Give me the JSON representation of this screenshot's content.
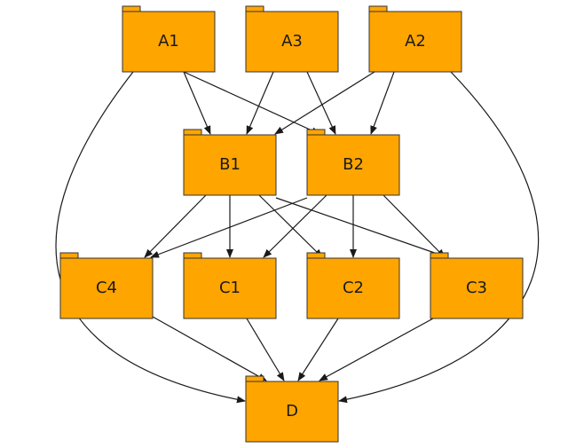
{
  "colors": {
    "node_fill": "#FFA500",
    "edge_color": "#1a1a1a",
    "background": "#ffffff"
  },
  "nodes": [
    {
      "id": "A1",
      "label": "A1"
    },
    {
      "id": "A3",
      "label": "A3"
    },
    {
      "id": "A2",
      "label": "A2"
    },
    {
      "id": "B1",
      "label": "B1"
    },
    {
      "id": "B2",
      "label": "B2"
    },
    {
      "id": "C4",
      "label": "C4"
    },
    {
      "id": "C1",
      "label": "C1"
    },
    {
      "id": "C2",
      "label": "C2"
    },
    {
      "id": "C3",
      "label": "C3"
    },
    {
      "id": "D",
      "label": "D"
    }
  ],
  "edges": [
    {
      "from": "A1",
      "to": "B1"
    },
    {
      "from": "A1",
      "to": "B2"
    },
    {
      "from": "A1",
      "to": "D"
    },
    {
      "from": "A3",
      "to": "B1"
    },
    {
      "from": "A3",
      "to": "B2"
    },
    {
      "from": "A2",
      "to": "B1"
    },
    {
      "from": "A2",
      "to": "B2"
    },
    {
      "from": "A2",
      "to": "D"
    },
    {
      "from": "B1",
      "to": "C4"
    },
    {
      "from": "B1",
      "to": "C1"
    },
    {
      "from": "B1",
      "to": "C2"
    },
    {
      "from": "B1",
      "to": "C3"
    },
    {
      "from": "B2",
      "to": "C4"
    },
    {
      "from": "B2",
      "to": "C1"
    },
    {
      "from": "B2",
      "to": "C2"
    },
    {
      "from": "B2",
      "to": "C3"
    },
    {
      "from": "C4",
      "to": "D"
    },
    {
      "from": "C1",
      "to": "D"
    },
    {
      "from": "C2",
      "to": "D"
    },
    {
      "from": "C3",
      "to": "D"
    }
  ]
}
